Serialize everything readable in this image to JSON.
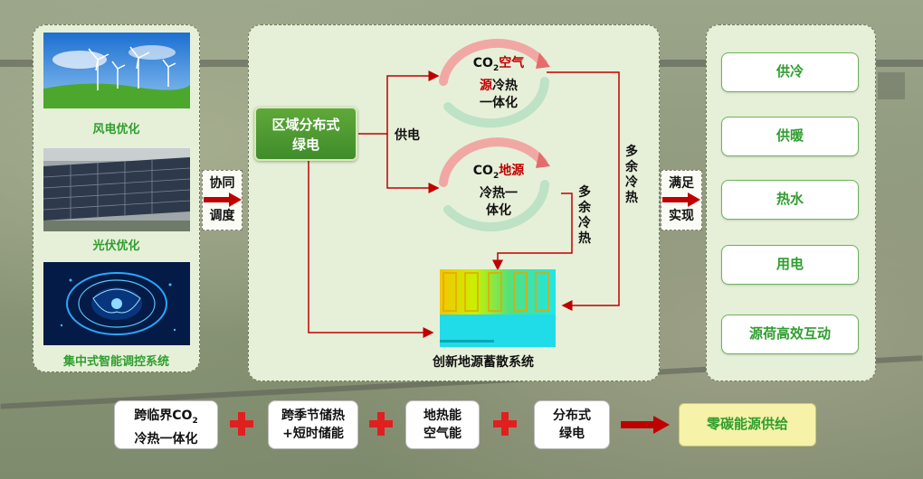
{
  "left": {
    "items": [
      {
        "label": "风电优化"
      },
      {
        "label": "光伏优化"
      },
      {
        "label": "集中式智能调控系统"
      }
    ]
  },
  "arrows": {
    "coordinate_line1": "协同",
    "coordinate_line2": "调度",
    "satisfy_line1": "满足",
    "satisfy_line2": "实现"
  },
  "middle": {
    "green_power_line1": "区域分布式",
    "green_power_line2": "绿电",
    "power_supply_label": "供电",
    "air_source": {
      "co2": "CO",
      "sub": "2",
      "red1": "空气",
      "red2": "源",
      "rest1": "冷热",
      "rest2": "一体化"
    },
    "ground_source": {
      "co2": "CO",
      "sub": "2",
      "red": "地源",
      "rest1": "冷热一",
      "rest2": "体化"
    },
    "surplus_label_a": "多余冷热",
    "surplus_label_b": "多余冷热",
    "storage_caption": "创新地源蓄散系统"
  },
  "right": {
    "outputs": [
      {
        "label": "供冷"
      },
      {
        "label": "供暖"
      },
      {
        "label": "热水"
      },
      {
        "label": "用电"
      },
      {
        "label": "源荷高效互动"
      }
    ]
  },
  "bottom": {
    "box1_line1_a": "跨临界CO",
    "box1_line1_sub": "2",
    "box1_line2": "冷热一体化",
    "box2_line1": "跨季节储热",
    "box2_line2": "+短时储能",
    "box3_line1": "地热能",
    "box3_line2": "空气能",
    "box4_line1": "分布式",
    "box4_line2": "绿电",
    "final_label": "零碳能源供给"
  },
  "colors": {
    "accent_green": "#2f9e2f",
    "arrow_red": "#c00000",
    "panel_bg": "#e6f0d8"
  }
}
